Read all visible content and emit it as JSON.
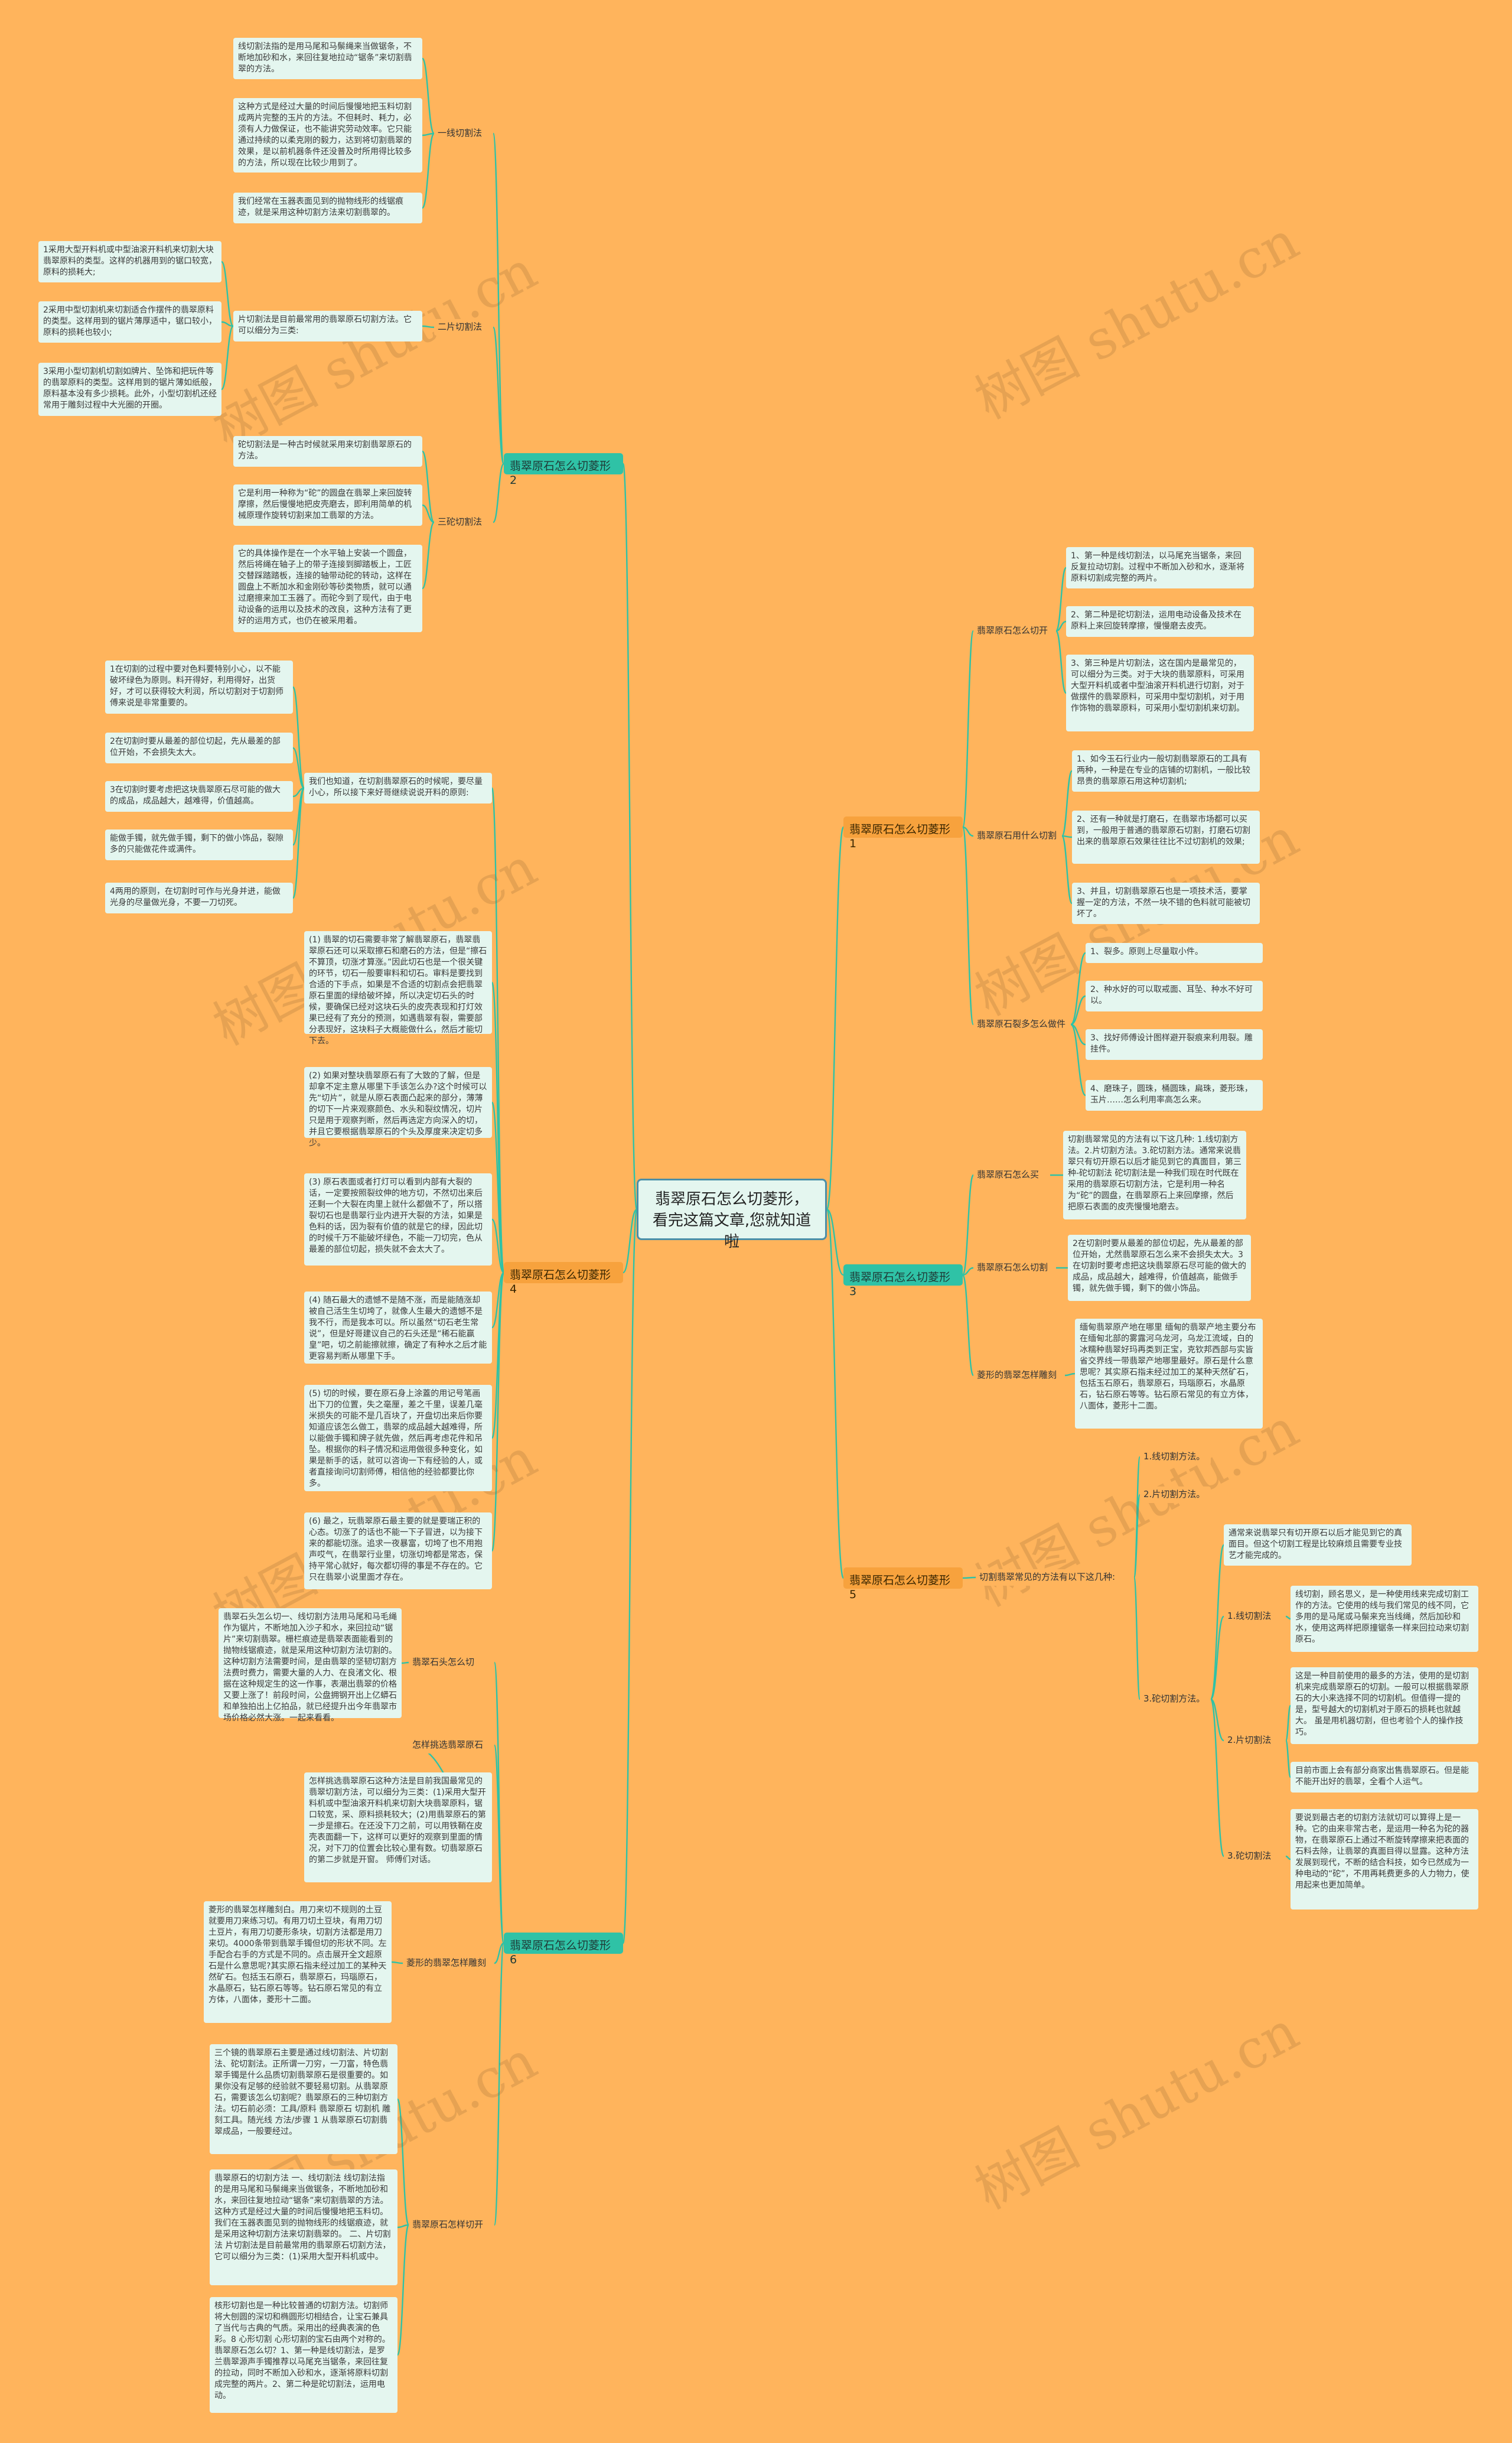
{
  "watermark": "树图 shutu.cn",
  "root": "翡翠原石怎么切菱形，看完这篇文章,您就知道啦",
  "branches": {
    "b1": "翡翠原石怎么切菱形1",
    "b2": "翡翠原石怎么切菱形2",
    "b3": "翡翠原石怎么切菱形3",
    "b4": "翡翠原石怎么切菱形4",
    "b5": "翡翠原石怎么切菱形5",
    "b6": "翡翠原石怎么切菱形6"
  },
  "b2": {
    "s1": "一线切割法",
    "s1_leaves": [
      "线切割法指的是用马尾和马鬃绳来当做锯条，不断地加砂和水，来回往复地拉动“锯条”来切割翡翠的方法。",
      "这种方式是经过大量的时间后慢慢地把玉料切割成两片完整的玉片的方法。不但耗时、耗力，必须有人力做保证，也不能讲究劳动效率。它只能通过持续的以柔克刚的毅力，达到将切割翡翠的效果，是以前机器条件还没普及时所用得比较多的方法，所以现在比较少用到了。",
      "我们经常在玉器表面见到的抛物线形的线锯痕迹，就是采用这种切割方法来切割翡翠的。"
    ],
    "s2": "二片切割法",
    "s2_mid": "片切割法是目前最常用的翡翠原石切割方法。它可以细分为三类:",
    "s2_leaves": [
      "1采用大型开料机或中型油滚开料机来切割大块翡翠原料的类型。这样的机器用到的锯口较宽，原料的损耗大;",
      "2采用中型切割机来切割适合作摆件的翡翠原料的类型。这样用到的锯片薄厚适中，锯口较小，原料的损耗也较小;",
      "3采用小型切割机切割如牌片、坠饰和把玩件等的翡翠原料的类型。这样用到的锯片薄如纸般，原料基本没有多少损耗。此外，小型切割机还经常用于雕刻过程中大光圈的开圈。"
    ],
    "s3": "三砣切割法",
    "s3_leaves": [
      "砣切割法是一种古时候就采用来切割翡翠原石的方法。",
      "它是利用一种称为“砣”的圆盘在翡翠上来回旋转摩擦，然后慢慢地把皮壳磨去，即利用简单的机械原理作旋转切割来加工翡翠的方法。",
      "它的具体操作是在一个水平轴上安装一个圆盘，然后将绳在轴子上的带子连接到脚踏板上，工匠交替踩踏踏板，连接的轴带动砣的转动，这样在圆盘上不断加水和金刚砂等砂类物质，就可以通过磨擦来加工玉器了。而砣今到了现代，由于电动设备的运用以及技术的改良，这种方法有了更好的运用方式，也仍在被采用着。"
    ]
  },
  "b4": {
    "mid": "我们也知道，在切割翡翠原石的时候呢，要尽量小心，所以接下来好哥继续说说开料的原则:",
    "mid_leaves": [
      "1在切割的过程中要对色料要特别小心，以不能破坏绿色为原则。料开得好，利用得好，出货好，才可以获得较大利润，所以切割对于切割师傅来说是非常重要的。",
      "2在切割时要从最差的部位切起，先从最差的部位开始，不会损失太大。",
      "3在切割时要考虑把这块翡翠原石尽可能的做大的成品，成品越大，越难得，价值越高。",
      "能做手镯，就先做手镯，剩下的做小饰品，裂隙多的只能做花件或满件。",
      "4两用的原则，在切割时可作与光身并进，能做光身的尽量做光身，不要一刀切死。"
    ],
    "paras": [
      "(1) 翡翠的切石需要非常了解翡翠原石，翡翠翡翠原石还可以采取擦石和磨石的方法，但是“擦石不算顶，切涨才算涨。”因此切石也是一个很关键的环节，切石一般要审料和切石。审料是要找到合适的下手点，如果是不合适的切割点会把翡翠原石里面的绿给破坏掉，所以决定切石头的时候，要确保已经对这块石头的皮壳表现和打灯效果已经有了充分的预测，如遇翡翠有裂，需要部分表现好，这块料子大概能做什么，然后才能切下去。",
      "(2) 如果对整块翡翠原石有了大致的了解，但是却拿不定主意从哪里下手该怎么办?这个时候可以先“切片”，就是从原石表面凸起来的部分，薄薄的切下一片来观察颜色、水头和裂纹情况，切片只是用于观察判断，然后再选定方向深入的切，并且它要根据翡翠原石的个头及厚度来决定切多少。",
      "(3) 原石表面或者打灯可以看到内部有大裂的话，一定要按照裂纹伸的地方切，不然切出来后还剩一个大裂在肉里上就什么都做不了，所以搭裂切石也是翡翠行业内进开大裂的方法，如果是色料的话，因为裂有价值的就是它的绿，因此切的时候千万不能破坏绿色，不能一刀切完，色从最差的部位切起，损失就不会太大了。",
      "(4) 随石最大的遗憾不是随不涨，而是能随涨却被自己活生生切垮了，就像人生最大的遗憾不是我不行，而是我本可以。所以虽然“切石老生常说”，但是好哥建议自己的石头还是“稀石能赢皇”吧，切之前能擦就擦，确定了有种水之后才能更容易判断从哪里下手。",
      "(5) 切的时候，要在原石身上涂蓋的用记号笔画出下刀的位置，失之毫厘，差之千里，误差几毫米损失的可能不是几百块了，开盘切出来后你要知道应该怎么做工，翡翠的成品越大越难得，所以能做手镯和牌子就先做，然后再考虑花件和吊坠。根据你的料子情况和运用做很多种变化，如果是新手的话，就可以咨询一下有经验的人，或者直接询问切割师傅，相信他的经验都要比你多。",
      "(6) 最之，玩翡翠原石最主要的就是要瑞正积的心态。切涨了的话也不能一下子冒进，以为接下来的都能切涨。追求一夜暴富，切垮了也不用抱声哎气，在翡翠行业里，切涨切垮都是常态，保持平常心就好，每次都切得的事是不存在的。它只在翡翠小说里面才存在。"
    ]
  },
  "b6": {
    "s1": "翡翠石头怎么切",
    "s1_leaf": "翡翠石头怎么切一、线切割方法用马尾和马毛绳作为锯片，不断地加入沙子和水，来回拉动“锯片”来切割翡翠。栅栏痕迹是翡翠表面能看到的抛物线锯痕迹，就是采用这种切割方法切割的。这种切割方法需要时间，是由翡翠的坚韧切割方法费时费力，需要大量的人力、在良渚文化、根据在这种规定生的这一作事，表潮出翡翠的价格又要上涨了！前段时间，公盘拥钢开出上亿蟒石和单独拍出上亿拍品，就已经提升出今年翡翠市场价格必然大涨。一起来看看。",
    "s2": "怎样挑选翡翠原石",
    "s2_leaf": "怎样挑选翡翠原石这种方法是目前我国最常见的翡翠切割方法，可以细分为三类：(1)采用大型开料机或中型油滚开料机来切割大块翡翠原料，锯口较宽，采、原料损耗较大；(2)用翡翠原石的第一步是擦石。在还没下刀之前，可以用铁鞘在皮壳表面翻一下，这样可以更好的观察到里面的情况，对下刀的位置会比较心里有数。切翡翠原石的第二步就是开窗。 师傅们对话。",
    "s3": "菱形的翡翠怎样雕刻",
    "s3_leaf": "菱形的翡翠怎样雕刻白。用刀来切不规则的土豆就要用刀来练习切。有用刀切土豆块，有用刀切土豆片，有用刀切菱形条块，切割方法都是用刀来切。4000条带到翡翠手镯但切的形状不同。左手配合右手的方式是不同的。点击展开全文超原石是什么意思呢?其实原石指未经过加工的某种天然矿石。包括玉石原石，翡翠原石，玛瑙原石，水晶原石，钻石原石等等。钻石原石常见的有立方体，八面体，菱形十二面。",
    "s4": "翡翠原石怎样切开",
    "s4_leaves": [
      "三个镜的翡翠原石主要是通过线切割法、片切割法、砣切割法。正所谓一刀穷，一刀富，特色翡翠手镯是什么品质切割翡翠原石是很重要的。如果你没有足够的经验就不要轻易切割。从翡翠原石，需要该怎么切割呢？翡翠原石的三种切割方法。切石前必须：工具/原料 翡翠原石 切割机 雕刻工具。随光线 方法/步骤 1 从翡翠原石切割翡翠成品，一般要经过。",
      "翡翠原石的切割方法 一、线切割法 线切割法指的是用马尾和马鬃绳来当做锯条，不断地加砂和水，来回往复地拉动“锯条”来切割翡翠的方法。这种方式是经过大量的时间后慢慢地把玉料切。我们在玉器表面见到的抛物线形的线锯痕迹，就是采用这种切割方法来切割翡翠的。 二、片切割法 片切割法是目前最常用的翡翠原石切割方法，它可以细分为三类：(1)采用大型开料机或中。",
      "核形切割也是一种比较普通的切割方法。切割师将大刨圆的深切和椭圆形切相结合，让宝石兼具了当代与古典的气质。采用出的经典表演的色彩。8 心形切割 心形切割的宝石由两个对称的。翡翠原石怎么切？1、第一种是线切割法，是罗兰翡翠源声手镯推荐以马尾充当锯条，来回往复的拉动，同时不断加入砂和水，逐渐将原料切割成完整的两片。2、第二种是砣切割法，运用电动。"
    ]
  },
  "b1": {
    "s1": "翡翠原石怎么切开",
    "s1_leaves": [
      "1、第一种是线切割法，以马尾充当锯条，来回反复拉动切割。过程中不断加入砂和水，逐渐将原料切割成完整的两片。",
      "2、第二种是砣切割法，运用电动设备及技术在原料上来回旋转摩擦，慢慢磨去皮壳。",
      "3、第三种是片切割法，这在国内是最常见的，可以细分为三类。对于大块的翡翠原料，可采用大型开料机或者中型油滚开料机进行切割，对于做摆件的翡翠原料，可采用中型切割机，对于用作饰物的翡翠原料，可采用小型切割机来切割。"
    ],
    "s2": "翡翠原石用什么切割",
    "s2_leaves": [
      "1、如今玉石行业内一般切割翡翠原石的工具有两种，一种是在专业的店铺的切割机，一般比较昂贵的翡翠原石用这种切割机;",
      "2、还有一种就是打磨石，在翡翠市场都可以买到，一般用于普通的翡翠原石切割，打磨石切割出来的翡翠原石效果往往比不过切割机的效果;",
      "3、并且，切割翡翠原石也是一项技术活，要掌握一定的方法，不然一块不错的色料就可能被切坏了。"
    ],
    "s3": "翡翠原石裂多怎么做件",
    "s3_leaves": [
      "1、裂多。原则上尽量取小件。",
      "2、种水好的可以取戒面、耳坠、种水不好可以。",
      "3、找好师傅设计图样避开裂痕来利用裂。雕挂件。",
      "4、磨珠子，圆珠，桶圆珠，扁珠，菱形珠，玉片……怎么利用率高怎么来。"
    ]
  },
  "b3": {
    "s1": "翡翠原石怎么买",
    "s1_leaf": "切割翡翠常见的方法有以下这几种: 1.线切割方法。2.片切割方法。3.砣切割方法。通常来说翡翠只有切开原石以后才能见到它的真面目，第三种-砣切割法 砣切割法是一种我们现在时代既在采用的翡翠原石切割方法，它是利用一种名为“砣”的圆盘，在翡翠原石上来回摩擦，然后把原石表面的皮壳慢慢地磨去。",
    "s2": "翡翠原石怎么切割",
    "s2_leaf": "2在切割时要从最差的部位切起，先从最差的部位开始，尤然翡翠原石怎么来不会损失太大。3在切割时要考虑把这块翡翠原石尽可能的做大的成品，成品越大，越难得，价值越高，能做手镯，就先做手镯，剩下的做小饰品。",
    "s3": "菱形的翡翠怎样雕刻",
    "s3_leaf": "缅甸翡翠原产地在哪里 缅甸的翡翠产地主要分布在缅甸北部的雾露河乌龙河，乌龙江流域，白的冰糯种翡翠好玛再类到正宝，克钦邦西部与实皆省交界线一带翡翠产地哪里最好。原石是什么意思呢？其实原石指未经过加工的某种天然矿石，包括玉石原石，翡翠原石，玛瑙原石，水晶原石，钻石原石等等。钻石原石常见的有立方体，八面体，菱形十二面。"
  },
  "b5": {
    "mid": "切割翡翠常见的方法有以下这几种:",
    "m1": "1.线切割方法。",
    "m2": "2.片切割方法。",
    "m3": "3.砣切割方法。",
    "m3_intro": "通常来说翡翠只有切开原石以后才能见到它的真面目。但这个切割工程是比较麻烦且需要专业技艺才能完成的。",
    "c1": "1.线切割法",
    "c1_leaf": "线切割，顾名思义，是一种使用线来完成切割工作的方法。它使用的线与我们常见的线不同，它多用的是马尾或马鬃来充当线绳，然后加砂和水，使用这两样把原撞锯条一样来回拉动来切割原石。",
    "c2": "2.片切割法",
    "c2_leaves": [
      "这是一种目前使用的最多的方法，使用的是切割机来完成翡翠原石的切割。一般可以根据翡翠原石的大小来选择不同的切割机。但值得一提的是，型号越大的切割机对于原石的损耗也就越大。 虽是用机器切割，但也考验个人的操作技巧。",
      "目前市面上会有部分商家出售翡翠原石。但是能不能开出好的翡翠，全看个人运气。"
    ],
    "c3": "3.砣切割法",
    "c3_leaf": "要说到最古老的切割方法就切可以算得上是一种。它的由来非常古老，是运用一种名为砣的器物，在翡翠原石上通过不断旋转摩擦来把表面的石料去除，让翡翠的真面目得以显露。这种方法发展到现代，不断的结合科技，如今已然成为一种电动的“砣”，不用再耗费更多的人力物力，使用起来也更加简单。"
  }
}
